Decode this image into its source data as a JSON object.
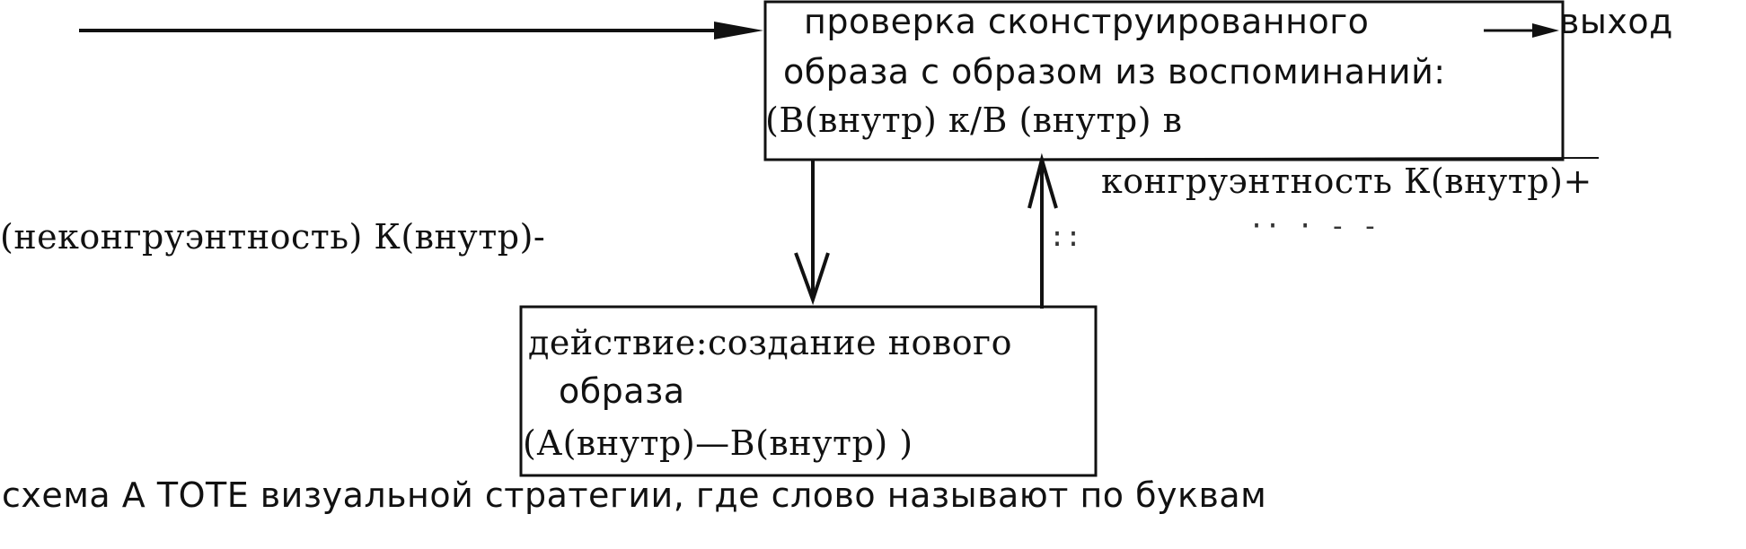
{
  "top_box": {
    "line1": "проверка сконструированного",
    "line2": "образа  с образом из воспоминаний:",
    "line3": "(В(внутр) к/В (внутр) в"
  },
  "exit_label": "выход",
  "congruence_label": "конгруэнтность К(внутр)+",
  "incongruence_label": "(неконгруэнтность) К(внутр)-",
  "bottom_box": {
    "line1": "действие:создание нового",
    "line2": "образа",
    "line3": "(А(внутр)—В(внутр)   )"
  },
  "caption": "схема А   TOTE визуальной стратегии, где слово называют по буквам",
  "colors": {
    "ink": "#111111",
    "paper": "#ffffff"
  }
}
